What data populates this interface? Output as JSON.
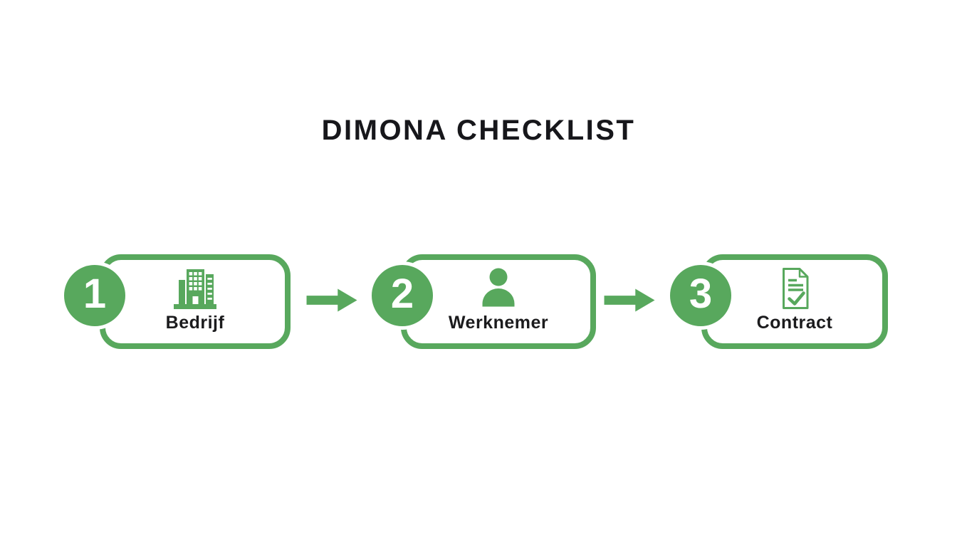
{
  "page": {
    "title": "DIMONA CHECKLIST",
    "background_color": "#ffffff",
    "accent_green": "#58a85d",
    "title_color": "#17171b",
    "label_color": "#1b1b1d"
  },
  "steps": [
    {
      "number": "1",
      "label": "Bedrijf",
      "icon": "building-icon"
    },
    {
      "number": "2",
      "label": "Werknemer",
      "icon": "person-icon"
    },
    {
      "number": "3",
      "label": "Contract",
      "icon": "contract-document-icon"
    }
  ],
  "connectors": [
    {
      "icon": "arrow-right-icon"
    },
    {
      "icon": "arrow-right-icon"
    }
  ]
}
